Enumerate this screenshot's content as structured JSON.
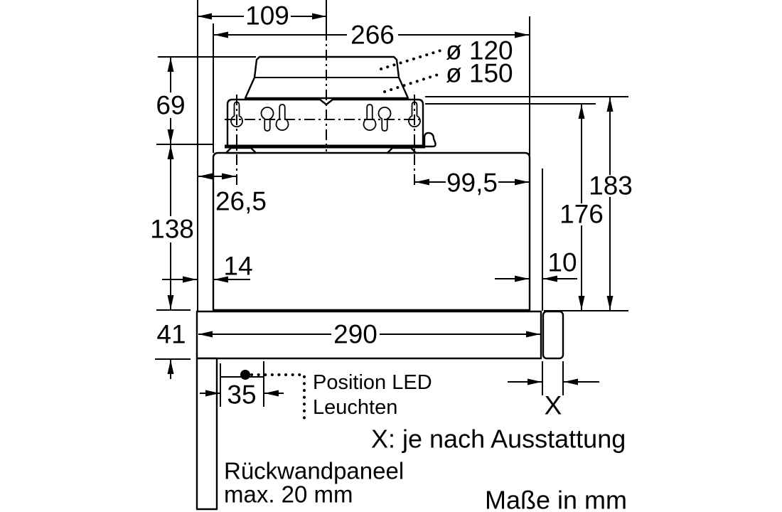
{
  "diagram": {
    "type": "appliance-installation-dimension-drawing",
    "colors": {
      "line": "#000000",
      "background": "#ffffff"
    },
    "dimensions": {
      "d109": "109",
      "d266": "266",
      "dia120": "ø 120",
      "dia150": "ø 150",
      "d69": "69",
      "d26_5": "26,5",
      "d99_5": "99,5",
      "d183": "183",
      "d176": "176",
      "d138": "138",
      "d14": "14",
      "d10": "10",
      "d41": "41",
      "d290": "290",
      "d35": "35",
      "dX": "X"
    },
    "annotations": {
      "led_line1": "Position LED",
      "led_line2": "Leuchten",
      "x_note": "X: je nach Ausstattung",
      "back_panel_line1": "Rückwandpaneel",
      "back_panel_line2": "max. 20 mm",
      "units_note": "Maße in mm"
    }
  }
}
